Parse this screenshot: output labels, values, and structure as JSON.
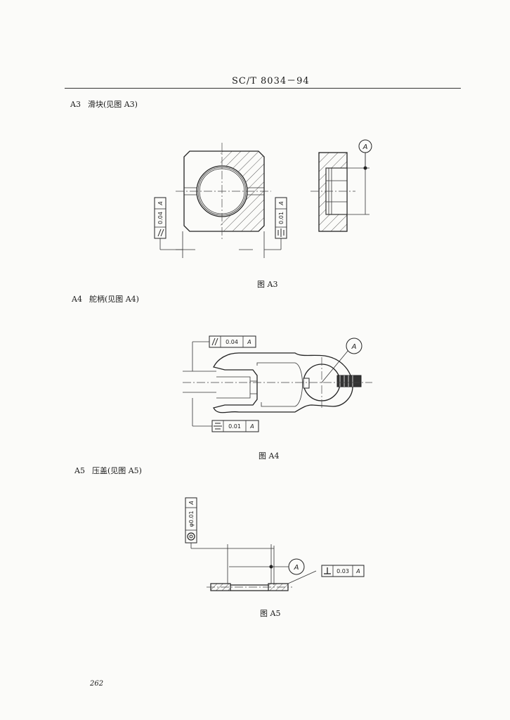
{
  "header": {
    "standard_code": "SC/T 8034－94"
  },
  "sections": [
    {
      "number": "A3",
      "title": "滑块(见图 A3)"
    },
    {
      "number": "A4",
      "title": "舵柄(见图 A4)"
    },
    {
      "number": "A5",
      "title": "压盖(见图 A5)"
    }
  ],
  "figures": {
    "a3": {
      "caption": "图 A3",
      "datum": "A",
      "frame_left": {
        "value": "0.04",
        "datum": "A"
      },
      "frame_right": {
        "value": "0.01",
        "datum": "A"
      },
      "symbols": [
        "parallelism-icon",
        "symmetry-icon"
      ]
    },
    "a4": {
      "caption": "图 A4",
      "datum": "A",
      "frame_top": {
        "value": "0.04",
        "datum": "A"
      },
      "frame_bottom": {
        "value": "0.01",
        "datum": "A"
      },
      "symbols": [
        "parallelism-icon",
        "symmetry-icon"
      ]
    },
    "a5": {
      "caption": "图 A5",
      "datum": "A",
      "frame_coax": {
        "value": "φ0.01",
        "datum": "A"
      },
      "frame_perp": {
        "value": "0.03",
        "datum": "A"
      },
      "symbols": [
        "coaxiality-icon",
        "perpendicularity-icon"
      ]
    }
  },
  "page_number": "262"
}
